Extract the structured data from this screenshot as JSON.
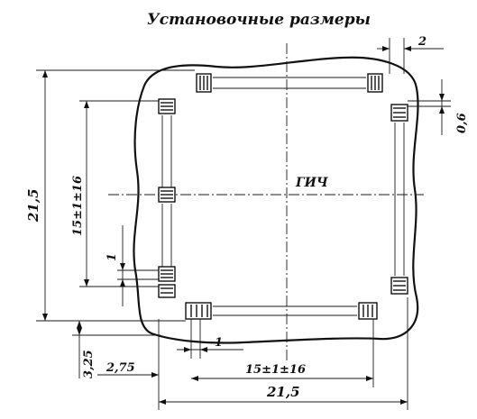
{
  "title": "Установочные размеры",
  "chip_label": "ГИЧ",
  "dimensions": {
    "top_right_gap": "2",
    "right_offset": "0,6",
    "left_overall": "21,5",
    "left_pitch": "15±1±16",
    "left_pin_width": "1",
    "bottom_pin_width": "1",
    "bottom_left_offset": "2,75",
    "bottom_pitch": "15±1±16",
    "bottom_overall": "21,5",
    "bottom_vertical": "3,25"
  }
}
